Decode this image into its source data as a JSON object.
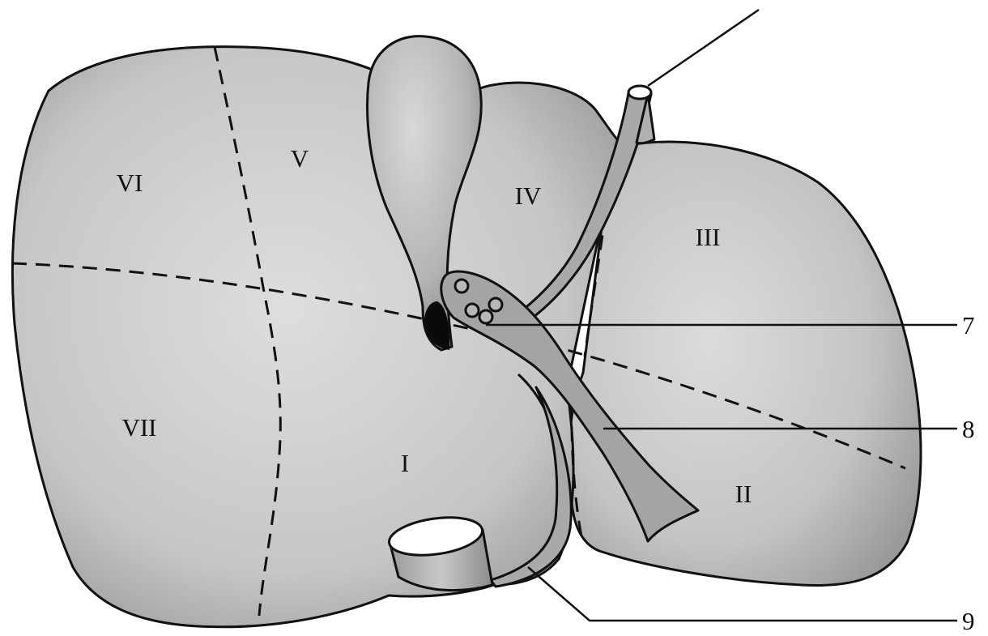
{
  "segments": {
    "vi": "VI",
    "v": "V",
    "iv": "IV",
    "iii": "III",
    "vii": "VII",
    "i": "I",
    "ii": "II"
  },
  "callouts": {
    "c7": "7",
    "c8": "8",
    "c9": "9"
  },
  "colors": {
    "organ_light": "#dcdcdc",
    "organ_mid": "#c2c2c2",
    "organ_dark": "#9a9a9a",
    "outline": "#111111"
  }
}
